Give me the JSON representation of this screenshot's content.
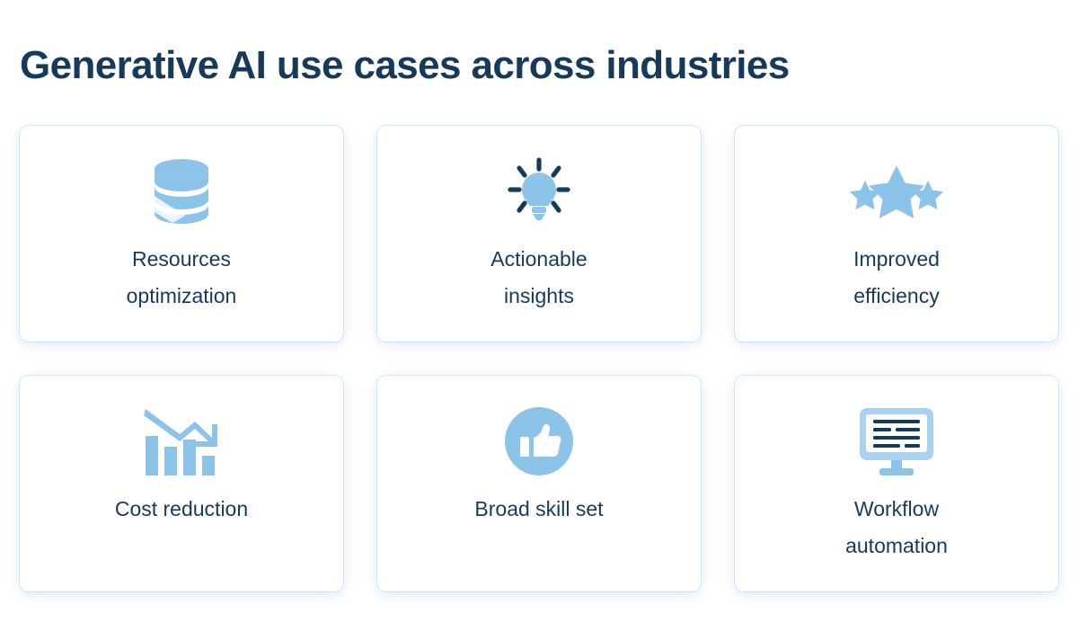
{
  "page": {
    "title": "Generative AI use cases across industries",
    "background_color": "#ffffff",
    "title_color": "#173a5a",
    "accent_color": "#8cc3e8",
    "icon_dark_color": "#173a5a"
  },
  "cards": [
    {
      "id": "resources-optimization",
      "icon": "database-icon",
      "label_line1": "Resources",
      "label_line2": "optimization",
      "lines": 2
    },
    {
      "id": "actionable-insights",
      "icon": "lightbulb-icon",
      "label_line1": "Actionable",
      "label_line2": "insights",
      "lines": 2
    },
    {
      "id": "improved-efficiency",
      "icon": "stars-icon",
      "label_line1": "Improved",
      "label_line2": "efficiency",
      "lines": 2
    },
    {
      "id": "cost-reduction",
      "icon": "declining-bar-chart-icon",
      "label_line1": "Cost reduction",
      "label_line2": "",
      "lines": 1
    },
    {
      "id": "broad-skill-set",
      "icon": "thumbs-up-circle-icon",
      "label_line1": "Broad skill set",
      "label_line2": "",
      "lines": 1
    },
    {
      "id": "workflow-automation",
      "icon": "monitor-document-icon",
      "label_line1": "Workflow",
      "label_line2": "automation",
      "lines": 2
    }
  ]
}
